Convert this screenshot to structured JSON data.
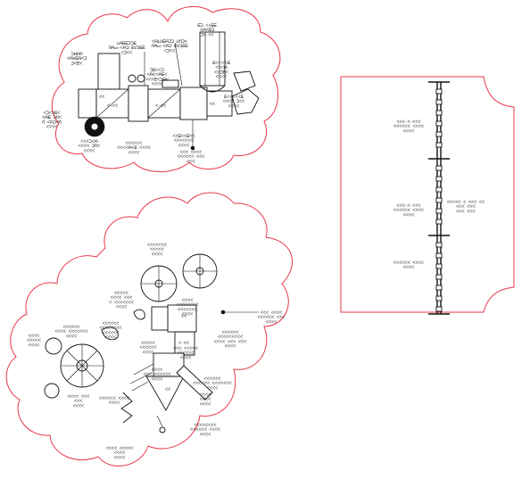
{
  "units": {
    "u1": {
      "label": "ᑐᕼᗩᑎ\nᐸᗩᐯᗴᗩᐸᑐ",
      "code": "ᑐᐸᗴᐸ"
    },
    "u2": {
      "label": "ᒪᗩᗴᗴᑐᑐᗴ\nᑎᗩᔕ-ᐸᗩᑐ ᗴᐯᑐᗴᗴ",
      "code": "ᐸᑐᐸᐸ"
    },
    "u3": {
      "label": "ᐸᗩᒪᐯᗴᗩᑐᑐ ᑌᑎᑐᐸ\nᑎᗩᔕ-ᐸᗩᑐ ᗴᐯᑐᗴᗴ",
      "code": "ᐸᑐᐸᐸ"
    },
    "u4": {
      "label": "ᗴᑐ ᐸᐸᗴᗴ\nᐸᗩᐸᗴᑐ",
      "code": "ᑐᐸ-ᐸᐸ"
    },
    "u5": {
      "label": "ᑐᗴᐸᐸᑐ\nᐸᗩᐸᐸᗩᗴᐸ\nᐸᐸᐸᗴᐸᑐᗩᐯ",
      "code": "ᐸᐸᐸᐸ"
    },
    "u6": {
      "label": "ᗴᐸᐸᐯᐸᗴ\nᐸᐸᐸᗩ\nᐸᐸᑐᗴᐸ",
      "code": "ᐸᐸᐸᐸ"
    },
    "u7": {
      "label": "ᐸᑐᐸᐯᗴᐸ\nᐸᗩᗴ ᑐᑎᐸ\nᑎ ᐸᗩᑐᐸᑎ",
      "code": "ᐸᐸᐸᐸ"
    },
    "u8": {
      "label": "ᐸᐸᐸᑐᐸᗩ\nᐸᐸᐸᐸ ᑐᑎᐸ",
      "code": "ᐸᐸᐸᐸ"
    },
    "u9": {
      "label": "ᗴᐸᐸᐸᐸᐸᗴ\nᐸᐸᐸᐸ ᑐᐸᐸ",
      "code": "ᐸᐸᐸᐸ"
    },
    "u10": {
      "label": "ᐸᐸᐸᐸᐸᐸ\nᐸᐸᐸᐸᗩᐸᗴ ᐸᐸᐸᐸ",
      "code": "ᐸᐸᐸᐸ"
    },
    "u11": {
      "label": "ᐸᐸᗴᐸᐸᗴᐸᐸ\nᐸᐸᐸᐸᐸᐸᐸ",
      "code": "ᐸᐸᐸᐸ"
    },
    "u12": {
      "label": "ᐸᐸᐸ ᐸᐸᐸᐸ\nᐸᐸᐸᐸᐸᐸ ᐸᐸᐸ",
      "code": "ᐸᐸᐸ"
    },
    "u13": {
      "label": "ᐸᐸᐸ-ᐸ-ᐸᐸᐸ\nᐸᐸᐸᐸᐸᐸ ᐸᐸᐸᐸ",
      "code": "ᐸᐸᐸᐸ"
    },
    "u14": {
      "label": "ᐸᐸᐸ-ᐸ-ᐸᐸᐸ\nᐸᐸᐸᐸᐸᐸ ᐸᐸᐸᐸ",
      "code": "ᐸᐸᐸᐸ"
    },
    "u15": {
      "label": "ᐸᐸᐸᐸᐸᐸ ᐸᐸᐸᐸ",
      "code": "ᐸᐸᐸᐸ"
    },
    "u16": {
      "label": "ᐸᐸᐸᐸᐸ ᐸ ᐸᐸᐸ ᐸᐸ\nᐸᐸᐸ ᐸᐸᐸ\nᐸᐸᐸ ᐸᐸᐸ",
      "code": ""
    },
    "u17": {
      "label": "ᐸᐸᐸᐸᐸᐸᐸ\nᐸᐸᐸᐸᐸ",
      "code": "ᐸᐸᐸᐸ"
    },
    "u18": {
      "label": "ᐸᐸᐸᐸᐸ\nᐸᐸᐸᐸ ᐸᐸᐸ\nᐸ ᐸᐸᐸᐸᐸᐸᐸ",
      "code": "ᐸᐸᐸᐸ"
    },
    "u19": {
      "label": "ᐸᐸᐸᐸ\nᐸᐸᐸᐸᐸᐸᐸᐸ\nᐸᐸᐸᐸᐸᐸᐸ",
      "code": "ᐸᐸᐸᐸ"
    },
    "u20": {
      "label": "ᐸᐸᐸ ᐸᐸᐸᐸ\nᐸᐸᐸᐸᐸᐸ ᐸᐸᐸ",
      "code": "ᐸᐸᐸᐸ"
    },
    "u21": {
      "label": "ᐸᐸᐸᐸᐸᐸ\nᐸᐸᐸᐸᐸᐸᐸᐸᐸ\nᐸᐸᐸᐸ ᐸᐸᐸ ᐸᐸᐸ",
      "code": "ᐸᐸᐸᐸ"
    },
    "u22": {
      "label": "ᐸᐸᐸᐸᐸ\nᐸᐸᐸᐸᐸᐸ",
      "code": "ᐸᐸᐸᐸ"
    },
    "u23": {
      "label": "ᐸᐸᐸ ᐸᐸᐸᐸᐸ\nᐸᐸᐸᐸᐸᐸ",
      "code": "ᐸᐸᐸᐸ"
    },
    "u24": {
      "label": "ᐸᐸᐸᐸ\nᐸᐸᐸᐸᐸ",
      "code": "ᐸᐸᐸᐸ"
    },
    "u25": {
      "label": "ᐸᐸᐸᐸᐸᐸ\nᐸᐸᐸᐸ ᐸᐸᐸᐸᐸᐸᐸ",
      "code": "ᐸᐸᐸᐸ"
    },
    "u26": {
      "label": "ᐸᐸᐸᐸᐸᐸ\nᐸᐸᐸᐸᐸᐸᐸᐸ\nᐸᐸᐸᐸᐸᐸ",
      "code": "ᐸᐸᐸᐸ"
    },
    "u27": {
      "label": "ᐸᐸᐸᐸ\nᐸᐸᐸ ᐸᐸᐸᐸᐸᐸ",
      "code": "ᐸᐸᐸᐸ"
    },
    "u28": {
      "label": "ᐸᐸᐸᐸᐸᐸ\nᐸᐸᐸᐸᐸᐸ ᐸᐸᐸᐸᐸᐸᐸ",
      "code": "ᐸᐸᐸᐸ"
    },
    "u29": {
      "label": "ᐸᐸᐸᐸ\nᐸᐸᐸᐸ",
      "code": "ᐸᐸᐸᐸ"
    },
    "u30": {
      "label": "ᐸᐸᐸᐸ ᐸᐸᐸ\nᐸᐸᐸ",
      "code": "ᐸᐸᐸᐸ"
    },
    "u31": {
      "label": "ᐸᐸᐸᐸᐸᐸ ᐸᐸᐸᐸ",
      "code": "ᐸᐸᐸᐸ"
    },
    "u32": {
      "label": "ᐸᐸᐸᐸᐸᐸᐸᐸ\nᐸᐸᐸᐸᐸᐸ ᐸᐸᐸᐸ",
      "code": "ᐸᐸᐸᐸ"
    },
    "u33": {
      "label": "ᐸᐸᐸᐸ ᐸᐸᐸᐸᐸ\nᐸᐸᐸᐸ",
      "code": "ᐸᐸᐸᐸ"
    }
  },
  "deck": {
    "d_top_1": "ᐸᐸ",
    "d_top_2": "ᐸ-ᐸᐸ",
    "d_top_3": "ᐸ-ᐸᐸ",
    "d_top_4": "ᐸᐸ",
    "d_bot_1": "ᐸᐸ",
    "d_bot_2": "ᐸ-ᐸᐸ",
    "d_bot_3": "ᐸᐸ"
  }
}
